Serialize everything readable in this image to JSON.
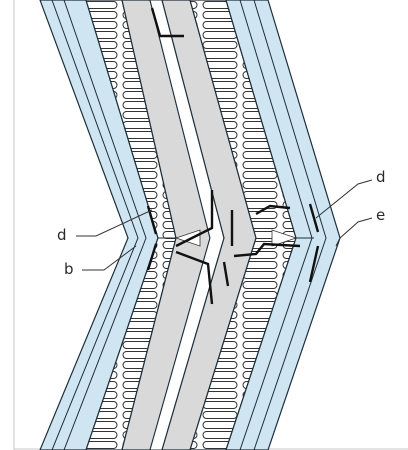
{
  "callouts": {
    "d_left": "d",
    "b": "b",
    "d_right": "d",
    "e": "e"
  },
  "colors": {
    "cladding": "#cfe6f2",
    "cladding_outline": "#1e2e3a",
    "insulation_fill": "#ffffff",
    "insulation_coil": "#333333",
    "core": "#d9d9d9",
    "steel_bracket": "#111111",
    "frame": "#bfbfbf"
  }
}
